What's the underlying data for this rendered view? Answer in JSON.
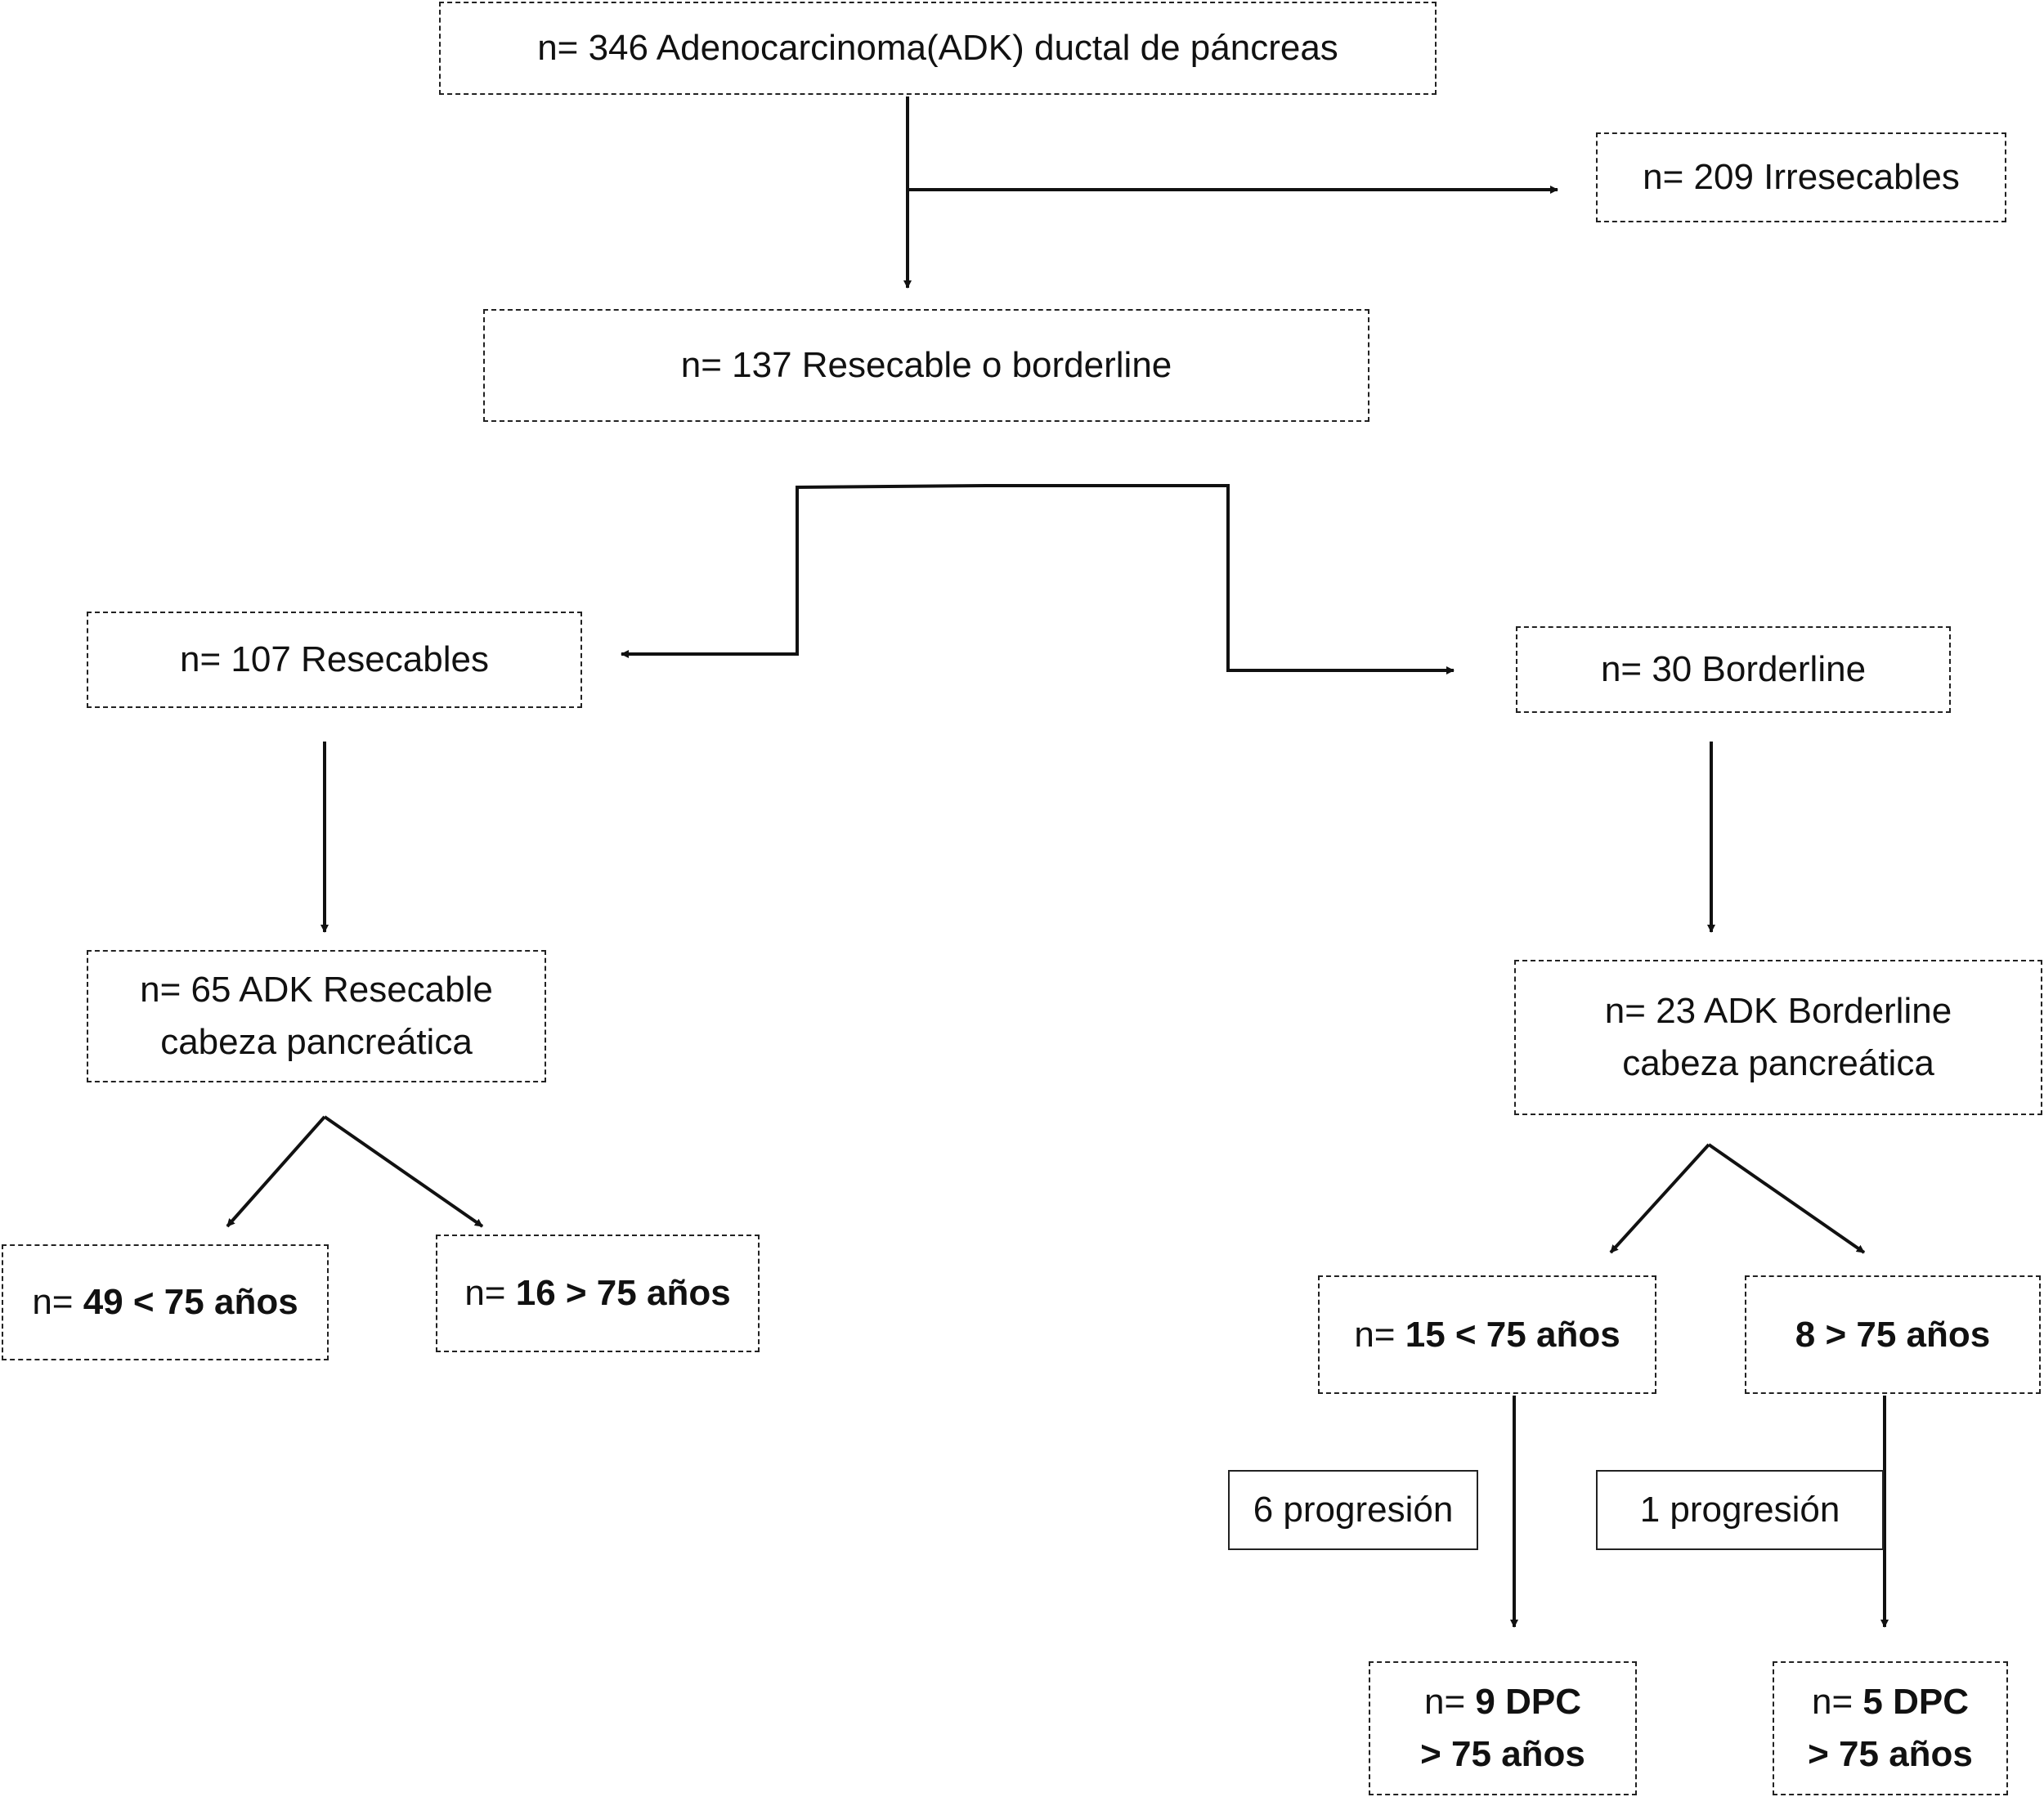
{
  "nodes": {
    "total": {
      "prefix": "n= 346 Adenocarcinoma(ADK) ductal  de páncreas"
    },
    "irresecables": {
      "prefix": "n= 209 Irresecables"
    },
    "resecable_borderline": {
      "prefix": "n= 137 Resecable o borderline"
    },
    "resecables": {
      "prefix": "n= 107  Resecables"
    },
    "borderline": {
      "prefix": "n= 30 Borderline"
    },
    "adk_resecable": {
      "line1": "n= 65 ADK Resecable",
      "line2": "cabeza pancreática"
    },
    "adk_borderline": {
      "line1": "n= 23 ADK Borderline",
      "line2": "cabeza pancreática"
    },
    "res_under75": {
      "prefix": "n= ",
      "bold": "49 < 75 años"
    },
    "res_over75": {
      "prefix": "n= ",
      "bold": "16 > 75 años"
    },
    "bord_under75": {
      "prefix": "n= ",
      "bold": "15 < 75 años"
    },
    "bord_over75": {
      "prefix": "",
      "bold": "8 > 75 años"
    },
    "prog_6": {
      "prefix": "6 progresión"
    },
    "prog_1": {
      "prefix": "1 progresión"
    },
    "dpc_9": {
      "prefix": "n= ",
      "bold": "9 DPC",
      "line2": "> 75 años"
    },
    "dpc_5": {
      "prefix": "n= ",
      "bold": "5 DPC",
      "line2": "> 75 años"
    }
  },
  "colors": {
    "stroke": "#111111",
    "text": "#111111",
    "background": "#ffffff"
  }
}
